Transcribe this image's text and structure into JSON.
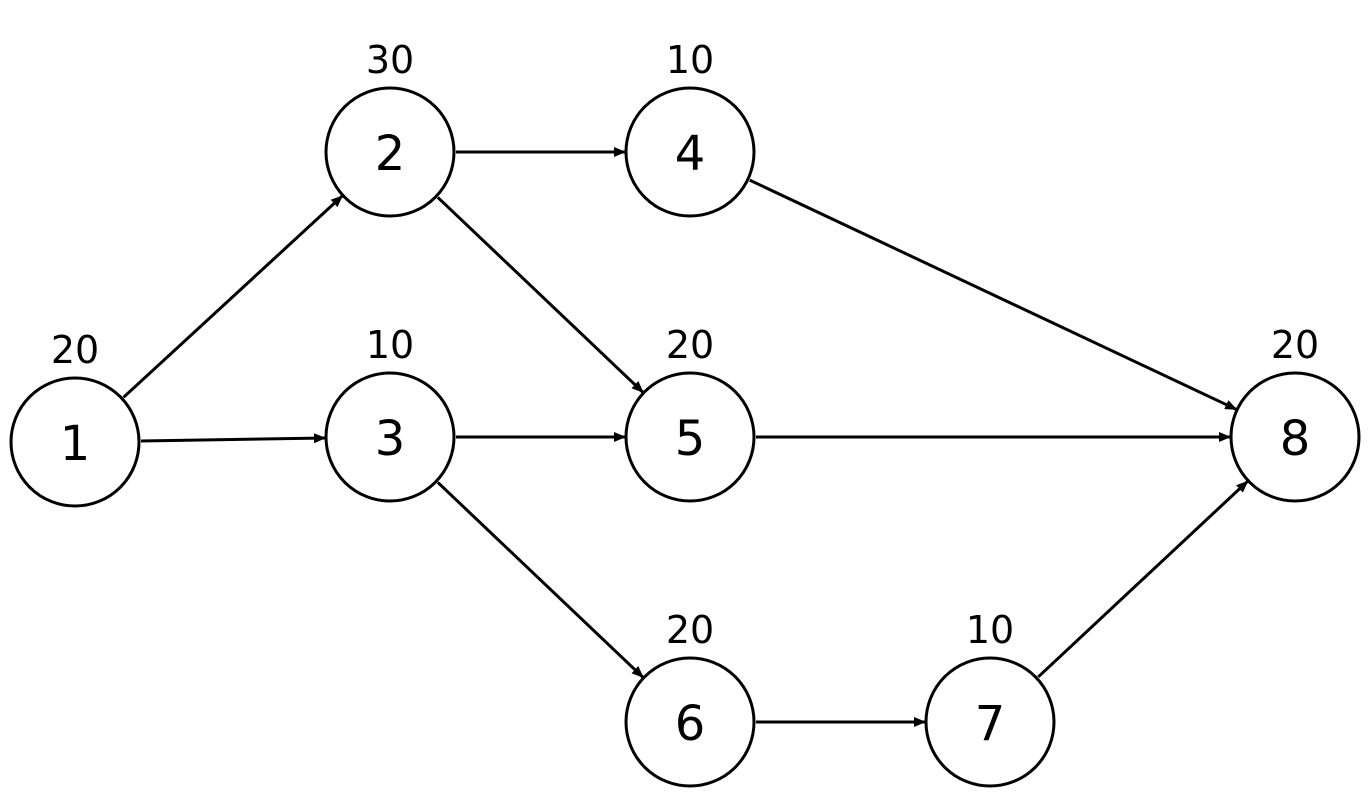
{
  "colors": {
    "stroke": "#000000",
    "background": "#ffffff"
  },
  "nodes": [
    {
      "id": "1",
      "label": "1",
      "weight": "20"
    },
    {
      "id": "2",
      "label": "2",
      "weight": "30"
    },
    {
      "id": "3",
      "label": "3",
      "weight": "10"
    },
    {
      "id": "4",
      "label": "4",
      "weight": "10"
    },
    {
      "id": "5",
      "label": "5",
      "weight": "20"
    },
    {
      "id": "6",
      "label": "6",
      "weight": "20"
    },
    {
      "id": "7",
      "label": "7",
      "weight": "10"
    },
    {
      "id": "8",
      "label": "8",
      "weight": "20"
    }
  ],
  "edges": [
    {
      "from": "1",
      "to": "2"
    },
    {
      "from": "1",
      "to": "3"
    },
    {
      "from": "2",
      "to": "4"
    },
    {
      "from": "2",
      "to": "5"
    },
    {
      "from": "3",
      "to": "5"
    },
    {
      "from": "3",
      "to": "6"
    },
    {
      "from": "4",
      "to": "8"
    },
    {
      "from": "5",
      "to": "8"
    },
    {
      "from": "6",
      "to": "7"
    },
    {
      "from": "7",
      "to": "8"
    }
  ]
}
